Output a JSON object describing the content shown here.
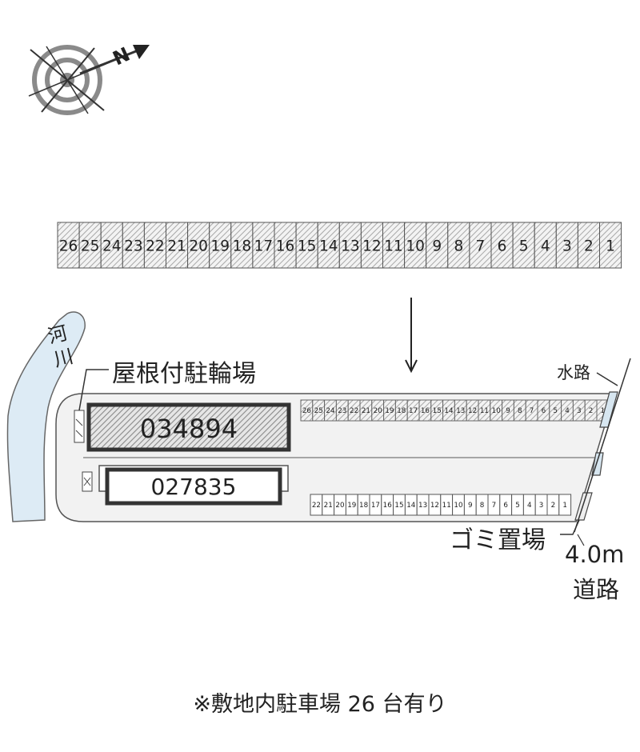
{
  "compass": {
    "north_label": "N",
    "icon": "compass-icon"
  },
  "enlarged_strip": {
    "spaces": [
      "26",
      "25",
      "24",
      "23",
      "22",
      "21",
      "20",
      "19",
      "18",
      "17",
      "16",
      "15",
      "14",
      "13",
      "12",
      "11",
      "10",
      "9",
      "8",
      "7",
      "6",
      "5",
      "4",
      "3",
      "2",
      "1"
    ]
  },
  "zoom_arrow": {
    "icon": "arrow-down-icon"
  },
  "river": {
    "label": "河川"
  },
  "bike_shelter": {
    "label": "屋根付駐輪場"
  },
  "buildings": [
    {
      "number": "034894"
    },
    {
      "number": "027835"
    }
  ],
  "parking_row_upper": {
    "spaces": [
      "26",
      "25",
      "24",
      "23",
      "22",
      "21",
      "20",
      "19",
      "18",
      "17",
      "16",
      "15",
      "14",
      "13",
      "12",
      "11",
      "10",
      "9",
      "8",
      "7",
      "6",
      "5",
      "4",
      "3",
      "2",
      "1"
    ]
  },
  "parking_row_lower": {
    "spaces": [
      "22",
      "21",
      "20",
      "19",
      "18",
      "17",
      "16",
      "15",
      "14",
      "13",
      "12",
      "11",
      "10",
      "9",
      "8",
      "7",
      "6",
      "5",
      "4",
      "3",
      "2",
      "1"
    ]
  },
  "waterway": {
    "label": "水路"
  },
  "garbage": {
    "label": "ゴミ置場"
  },
  "road": {
    "width": "4.0m",
    "label": "道路"
  },
  "footnote": "※敷地内駐車場 26 台有り"
}
